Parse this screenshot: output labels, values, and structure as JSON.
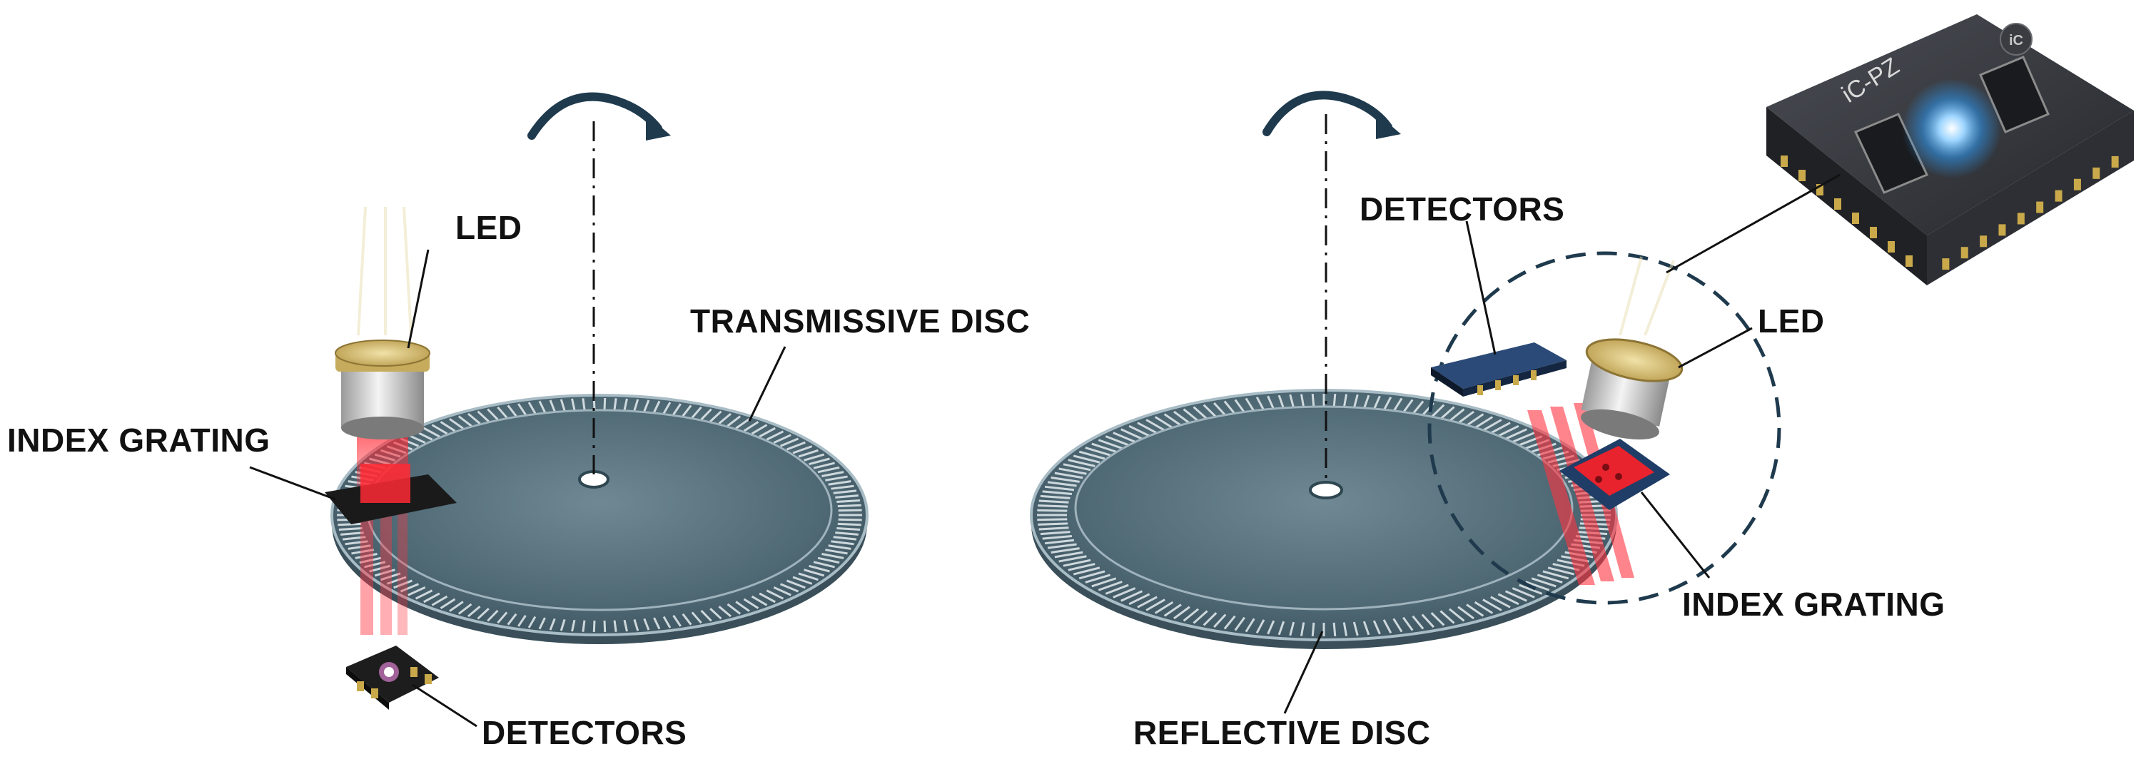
{
  "colors": {
    "disc": "#5b7480",
    "disc_dark": "#3f5560",
    "disc_edge": "#a9bcc5",
    "slot": "#e8f0f3",
    "red_light": "#e8232e",
    "led_cap": "#d9c27a",
    "led_body": "#d8d8d8",
    "chip": "#2c2e33",
    "chip_pad": "#c9a94a",
    "blue_glow": "#5fb8ff",
    "dashed_circle": "#1f3a4d",
    "arrow": "#1f3a4d",
    "index_grating_blue": "#1f3d66"
  },
  "left_diagram": {
    "labels": {
      "led": "LED",
      "index_grating": "INDEX GRATING",
      "transmissive_disc": "TRANSMISSIVE DISC",
      "detectors": "DETECTORS"
    },
    "icons": [
      "rotation-arrow-icon",
      "led-icon",
      "index-grating-icon",
      "detectors-chip-icon"
    ]
  },
  "right_diagram": {
    "labels": {
      "detectors": "DETECTORS",
      "led": "LED",
      "index_grating": "INDEX GRATING",
      "reflective_disc": "REFLECTIVE DISC"
    },
    "chip_marking": "iC-PZ",
    "chip_logo": "iC",
    "icons": [
      "rotation-arrow-icon",
      "led-icon",
      "index-grating-icon",
      "detectors-chip-icon",
      "encoder-chip-icon"
    ]
  }
}
